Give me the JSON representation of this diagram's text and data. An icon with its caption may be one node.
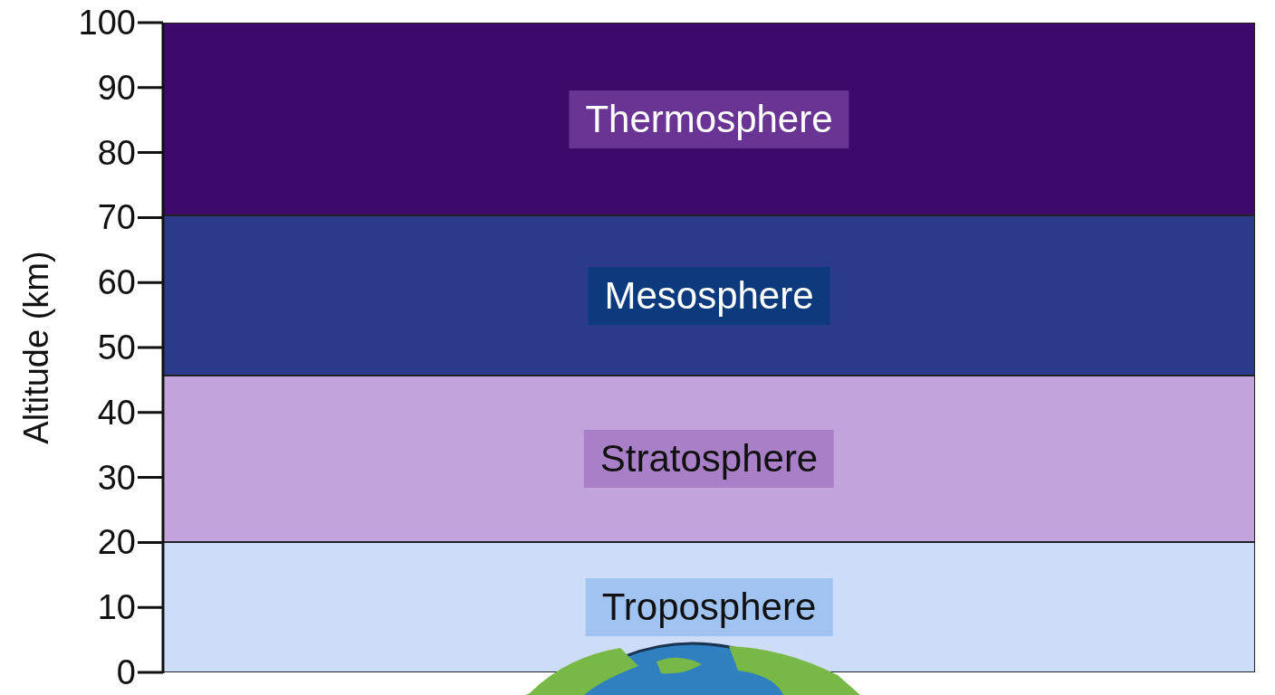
{
  "diagram": {
    "nodes": [
      {
        "text": [
          "Thermosphere"
        ]
      },
      {
        "text": [
          "Mesosphere"
        ]
      },
      {
        "text": [
          "Stratosphere"
        ]
      },
      {
        "text": [
          "Troposphere"
        ]
      }
    ],
    "edges": [],
    "labels": [
      "100",
      "90",
      "80",
      "70",
      "60",
      "50",
      "40",
      "30",
      "20",
      "10",
      "0",
      "Altitude (km)"
    ]
  }
}
